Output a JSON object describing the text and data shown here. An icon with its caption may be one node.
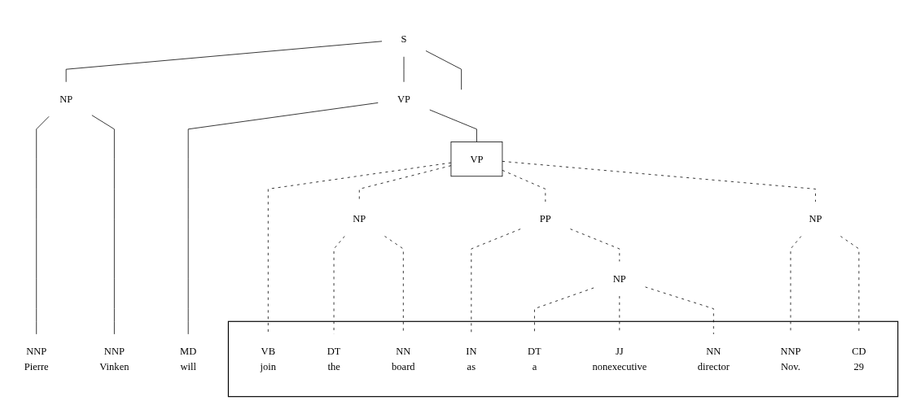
{
  "diagram": {
    "nodes": [
      {
        "text": [
          "S"
        ]
      },
      {
        "text": [
          "VP"
        ]
      },
      {
        "text": [
          "VP"
        ]
      },
      {
        "text": [
          "NP"
        ]
      },
      {
        "text": [
          "NNP",
          "Pierre"
        ]
      },
      {
        "text": [
          "NNP",
          "Vinken"
        ]
      },
      {
        "text": [
          "MD",
          "will"
        ]
      },
      {
        "text": [
          "NP"
        ]
      },
      {
        "text": [
          "PP"
        ]
      },
      {
        "text": [
          "NP"
        ]
      },
      {
        "text": [
          "NP"
        ]
      },
      {
        "text": [],
        "shape": "box"
      },
      {
        "text": [
          "VB",
          "join"
        ],
        "in": 11
      },
      {
        "text": [
          "DT",
          "the"
        ],
        "in": 11
      },
      {
        "text": [
          "NN",
          "board"
        ],
        "in": 11
      },
      {
        "text": [
          "IN",
          "as"
        ],
        "in": 11
      },
      {
        "text": [
          "DT",
          "a"
        ],
        "in": 11
      },
      {
        "text": [
          "JJ",
          "nonexecutive"
        ],
        "in": 11
      },
      {
        "text": [
          "NN",
          "director"
        ],
        "in": 11
      },
      {
        "text": [
          "NNP",
          "Nov."
        ],
        "in": 11
      },
      {
        "text": [
          "CD",
          "29"
        ],
        "in": 11
      }
    ],
    "edges": [
      {
        "from": 0,
        "to": 3,
        "arrow": "none"
      },
      {
        "from": 0,
        "to": 1,
        "arrow": "none"
      },
      {
        "from": 0,
        "to": null,
        "arrow": "none"
      },
      {
        "from": 1,
        "to": 6,
        "arrow": "none"
      },
      {
        "from": 1,
        "to": 2,
        "arrow": "none"
      },
      {
        "from": 3,
        "to": 4,
        "arrow": "none"
      },
      {
        "from": 3,
        "to": 5,
        "arrow": "none"
      },
      {
        "from": 2,
        "to": 12,
        "arrow": "none",
        "style": "dashed"
      },
      {
        "from": 2,
        "to": 7,
        "arrow": "none",
        "style": "dashed"
      },
      {
        "from": 2,
        "to": 8,
        "arrow": "none",
        "style": "dashed"
      },
      {
        "from": 2,
        "to": 10,
        "arrow": "none",
        "style": "dashed"
      },
      {
        "from": 7,
        "to": 13,
        "arrow": "none",
        "style": "dashed"
      },
      {
        "from": 7,
        "to": 14,
        "arrow": "none",
        "style": "dashed"
      },
      {
        "from": 8,
        "to": 15,
        "arrow": "none",
        "style": "dashed"
      },
      {
        "from": 8,
        "to": 9,
        "arrow": "none",
        "style": "dashed"
      },
      {
        "from": 9,
        "to": 16,
        "arrow": "none",
        "style": "dashed"
      },
      {
        "from": 9,
        "to": 17,
        "arrow": "none",
        "style": "dashed"
      },
      {
        "from": 9,
        "to": 18,
        "arrow": "none",
        "style": "dashed"
      },
      {
        "from": 10,
        "to": 19,
        "arrow": "none",
        "style": "dashed"
      },
      {
        "from": 10,
        "to": 20,
        "arrow": "none",
        "style": "dashed"
      }
    ]
  }
}
